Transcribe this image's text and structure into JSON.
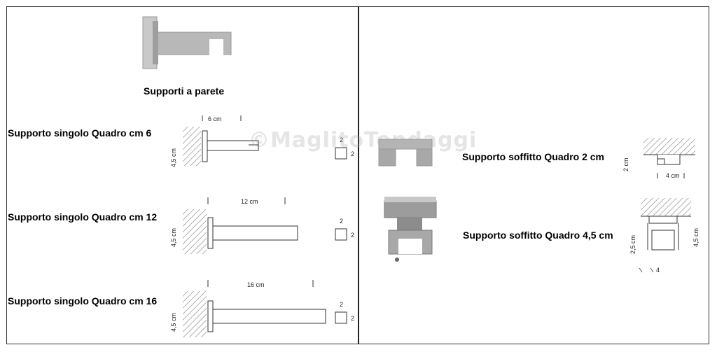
{
  "left_panel": {
    "section_title": "Supporti a parete",
    "items": [
      {
        "label": "Supporto singolo Quadro cm 6",
        "length_label": "6  cm",
        "height_label": "4,5 cm",
        "profile_label": "2"
      },
      {
        "label": "Supporto singolo Quadro cm 12",
        "length_label": "12  cm",
        "height_label": "4,5 cm",
        "profile_label": "2"
      },
      {
        "label": "Supporto singolo Quadro cm 16",
        "length_label": "16  cm",
        "height_label": "4,5 cm",
        "profile_label": "2"
      }
    ]
  },
  "right_panel": {
    "items": [
      {
        "label": "Supporto soffitto Quadro 2 cm",
        "height_label": "2 cm",
        "width_label": "4 cm"
      },
      {
        "label": "Supporto soffitto Quadro 4,5 cm",
        "height_label": "4,5 cm",
        "inner_label": "2,5 cm",
        "partial_label": "4"
      }
    ]
  },
  "watermark": "©MaglitoTendaggi",
  "colors": {
    "metal": "#b4b4b4",
    "metal_dark": "#8c8c8c",
    "line": "#333333"
  }
}
